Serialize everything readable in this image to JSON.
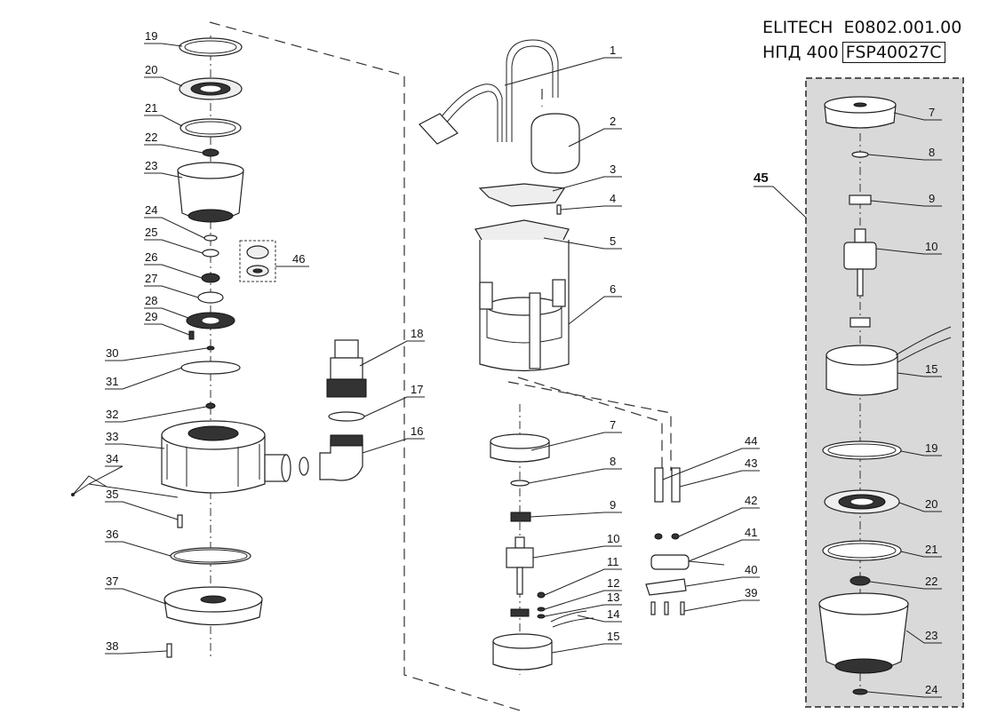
{
  "header": {
    "brand": "ELITECH",
    "code": "E0802.001.00",
    "model": "НПД 400",
    "model_code": "FSP40027C"
  },
  "labels": {
    "l1": "1",
    "l2": "2",
    "l3": "3",
    "l4": "4",
    "l5": "5",
    "l6": "6",
    "l7": "7",
    "l8": "8",
    "l9": "9",
    "l10": "10",
    "l11": "11",
    "l12": "12",
    "l13": "13",
    "l14": "14",
    "l15": "15",
    "l16": "16",
    "l17": "17",
    "l18": "18",
    "l19": "19",
    "l20": "20",
    "l21": "21",
    "l22": "22",
    "l23": "23",
    "l24": "24",
    "l25": "25",
    "l26": "26",
    "l27": "27",
    "l28": "28",
    "l29": "29",
    "l30": "30",
    "l31": "31",
    "l32": "32",
    "l33": "33",
    "l34": "34",
    "l35": "35",
    "l36": "36",
    "l37": "37",
    "l38": "38",
    "l39": "39",
    "l40": "40",
    "l41": "41",
    "l42": "42",
    "l43": "43",
    "l44": "44",
    "l45": "45",
    "l46": "46",
    "b7": "7",
    "b8": "8",
    "b9": "9",
    "b10": "10",
    "b15": "15",
    "b19": "19",
    "b20": "20",
    "b21": "21",
    "b22": "22",
    "b23": "23",
    "b24": "24"
  },
  "colors": {
    "inset_background": "#d9d9d9",
    "line": "#222222"
  }
}
